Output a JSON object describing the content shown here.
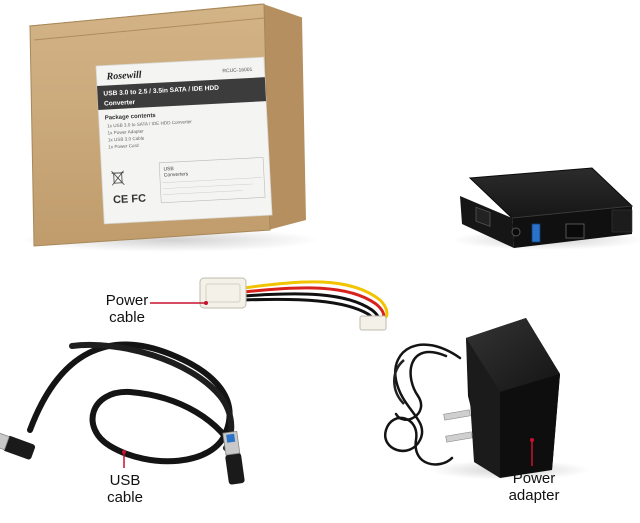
{
  "box": {
    "brand": "Rosewill",
    "model": "RCUC-16001",
    "title_line1": "USB 3.0 to 2.5 / 3.5in SATA / IDE HDD",
    "title_line2": "Converter",
    "contents_heading": "Package contents",
    "contents": [
      "1x USB 3.0 to SATA / IDE HDD Converter",
      "1x Power Adapter",
      "1x USB 3.0 Cable",
      "1x Power Cord"
    ],
    "category_line1": "USB",
    "category_line2": "Converters",
    "cert_marks": "CE FC"
  },
  "labels": {
    "power_cable": [
      "Power",
      "cable"
    ],
    "usb_cable": [
      "USB",
      "cable"
    ],
    "power_adapter": [
      "Power",
      "adapter"
    ]
  },
  "colors": {
    "cardboard": "#c9a77a",
    "cardboard_dark": "#a88858",
    "label_white": "#f4f4f2",
    "title_bar": "#3c3c3c",
    "device_black": "#1a1a1a",
    "usb_blue": "#2a73c9",
    "callout_red": "#c8102e",
    "wire_red": "#d6231e",
    "wire_yellow": "#f2c400",
    "wire_black": "#111111"
  }
}
